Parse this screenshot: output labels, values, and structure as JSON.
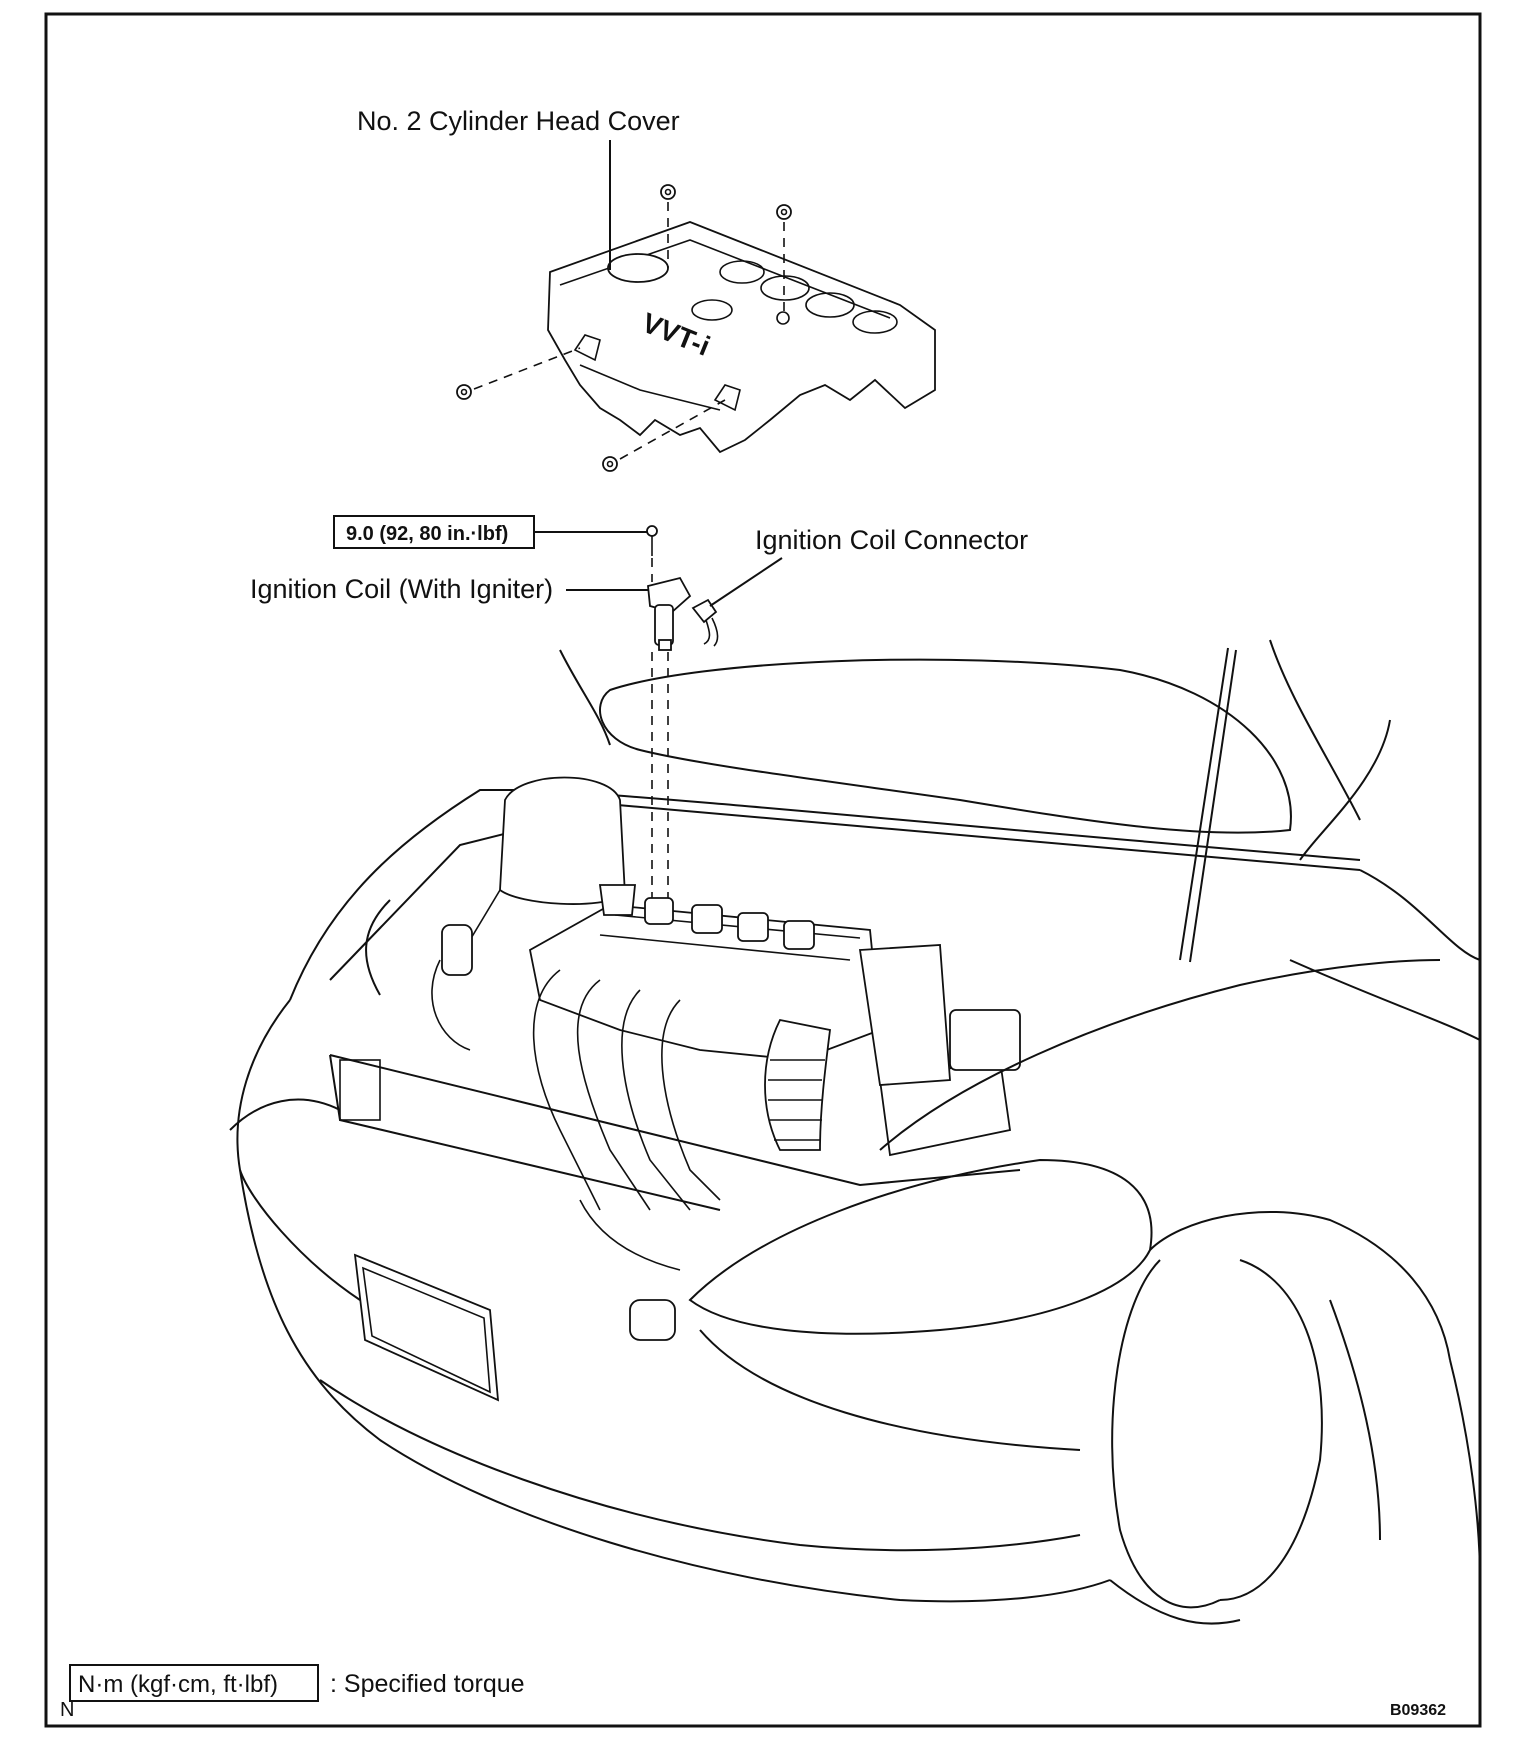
{
  "labels": {
    "cylinder_head_cover": "No. 2 Cylinder Head Cover",
    "torque_value": "9.0 (92, 80 in.·lbf)",
    "ignition_coil_connector": "Ignition Coil Connector",
    "ignition_coil": "Ignition Coil (With Igniter)",
    "legend_unit": "N·m (kgf·cm, ft·lbf)",
    "legend_text": ": Specified torque",
    "figure_code": "B09362",
    "corner_mark": "N",
    "cover_logo": "VVT-i"
  }
}
